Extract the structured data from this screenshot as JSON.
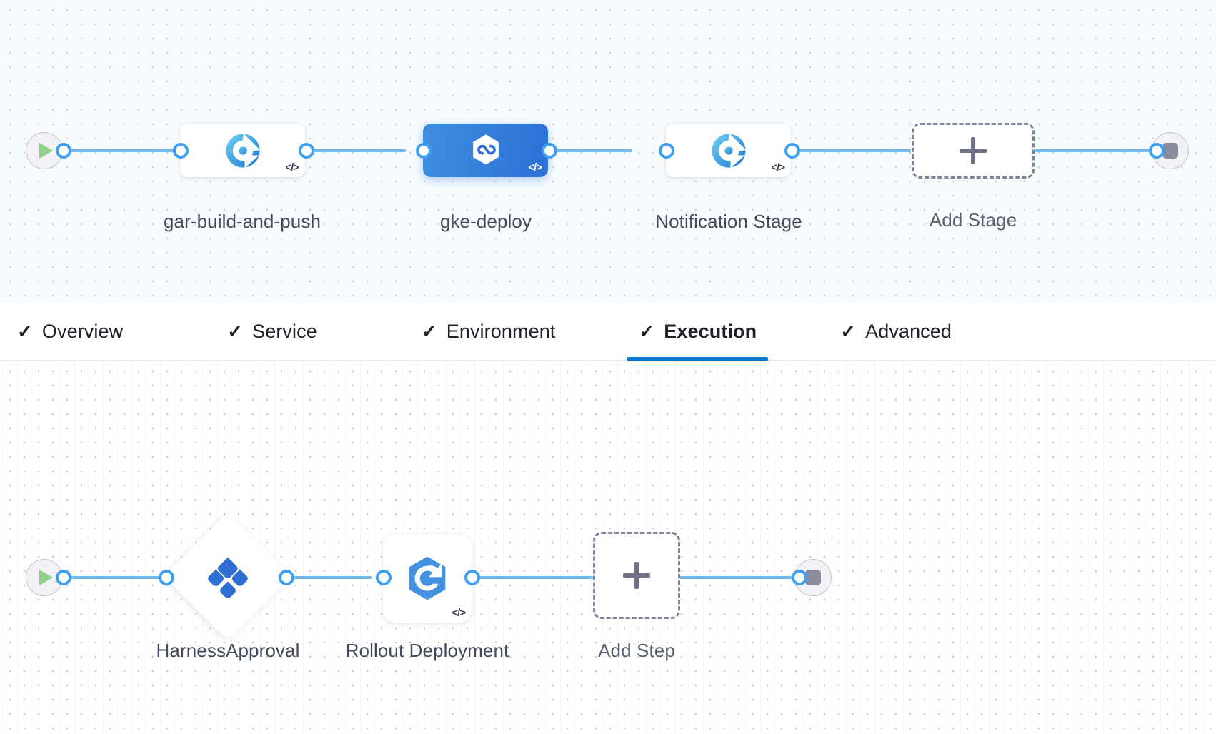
{
  "colors": {
    "accent_blue": "#0278d5",
    "connector_blue": "#3f9ff0",
    "line_blue": "#6cb9f0",
    "selected_stage": "#2d6fd6",
    "stage_canvas_bg": "#f6fbfe",
    "step_canvas_bg": "#ffffff",
    "terminal_fill": "#f4f1f6",
    "start_play_green": "#8fd18a",
    "stop_grey": "#8b8b9e",
    "dashed_border": "#7f8198",
    "text_primary": "#20202a",
    "caption_text": "#44495c"
  },
  "stage_graph": {
    "name": "pipeline-stage-graph",
    "start_node": {
      "icon": "play-icon",
      "label": "Start"
    },
    "end_node": {
      "icon": "stop-icon",
      "label": "End"
    },
    "stages": [
      {
        "id": "gar-build-and-push",
        "label": "gar-build-and-push",
        "icon": "harness-donut-icon",
        "selected": false,
        "badge": "</>"
      },
      {
        "id": "gke-deploy",
        "label": "gke-deploy",
        "icon": "gke-hexagon-infinity-icon",
        "selected": true,
        "badge": "</>"
      },
      {
        "id": "notification-stage",
        "label": "Notification Stage",
        "icon": "harness-donut-icon",
        "selected": false,
        "badge": "</>"
      }
    ],
    "add_stage": {
      "label": "Add Stage",
      "icon": "plus-icon"
    }
  },
  "tabs": {
    "name": "stage-config-tabs",
    "items": [
      {
        "id": "overview",
        "label": "Overview",
        "check": "✓",
        "active": false
      },
      {
        "id": "service",
        "label": "Service",
        "check": "✓",
        "active": false
      },
      {
        "id": "environment",
        "label": "Environment",
        "check": "✓",
        "active": false
      },
      {
        "id": "execution",
        "label": "Execution",
        "check": "✓",
        "active": true
      },
      {
        "id": "advanced",
        "label": "Advanced",
        "check": "✓",
        "active": false
      }
    ]
  },
  "step_graph": {
    "name": "execution-step-graph",
    "start_node": {
      "icon": "play-icon",
      "label": "Start"
    },
    "end_node": {
      "icon": "stop-icon",
      "label": "End"
    },
    "steps": [
      {
        "id": "harness-approval",
        "label": "HarnessApproval",
        "icon": "harness-approval-diamond-icon",
        "shape": "diamond",
        "badge": ""
      },
      {
        "id": "rollout-deployment",
        "label": "Rollout Deployment",
        "icon": "k8s-rollout-hexagon-icon",
        "shape": "rounded-square",
        "badge": "</>"
      }
    ],
    "add_step": {
      "label": "Add Step",
      "icon": "plus-icon"
    }
  }
}
